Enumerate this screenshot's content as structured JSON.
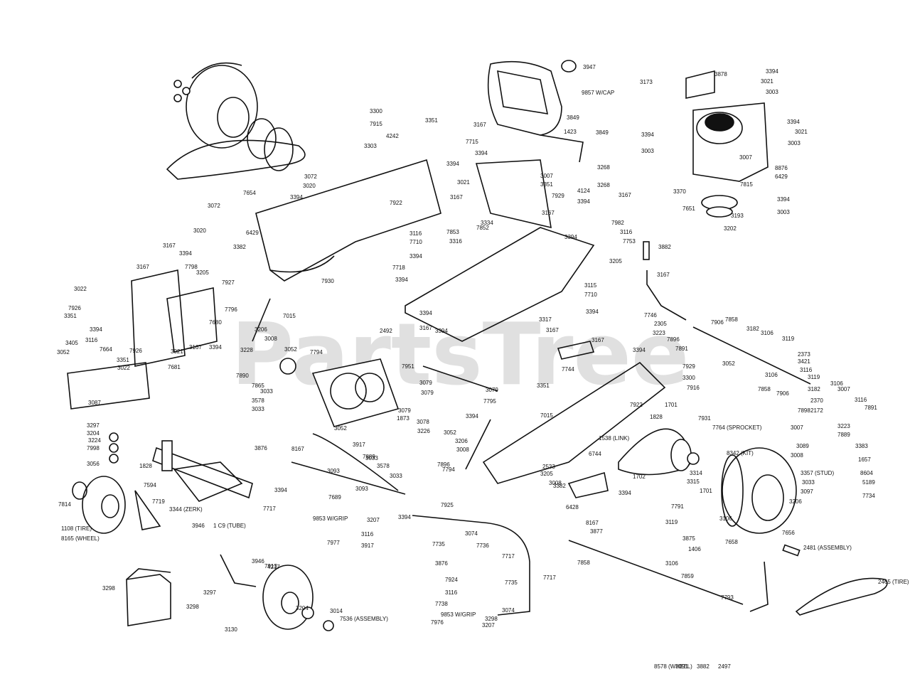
{
  "watermark": "PartsTree",
  "callouts": [
    "3947",
    "3878",
    "3394",
    "3021",
    "3003",
    "3173",
    "9857 W/CAP",
    "3849",
    "1423",
    "3849",
    "3394",
    "3021",
    "3003",
    "3394",
    "3003",
    "3007",
    "8876",
    "6429",
    "7815",
    "3370",
    "7651",
    "3193",
    "3202",
    "3394",
    "3003",
    "3300",
    "7915",
    "3351",
    "4242",
    "3303",
    "3167",
    "7715",
    "3394",
    "3007",
    "3268",
    "3351",
    "3268",
    "4124",
    "3394",
    "3021",
    "3167",
    "3394",
    "7929",
    "3167",
    "7982",
    "3116",
    "3394",
    "7753",
    "3882",
    "3205",
    "3072",
    "3020",
    "3072",
    "3020",
    "7654",
    "3394",
    "6429",
    "7922",
    "3382",
    "7930",
    "3167",
    "3116",
    "7710",
    "7853",
    "7852",
    "3316",
    "3394",
    "3334",
    "7718",
    "3394",
    "3115",
    "7710",
    "3394",
    "2492",
    "3394",
    "3167",
    "3317",
    "3394",
    "3167",
    "3167",
    "3394",
    "7798",
    "3205",
    "7927",
    "3167",
    "3022",
    "7926",
    "3351",
    "3394",
    "3116",
    "7664",
    "7926",
    "3351",
    "3022",
    "3021",
    "7681",
    "3167",
    "3394",
    "7680",
    "7796",
    "7015",
    "3206",
    "3008",
    "3052",
    "7794",
    "3228",
    "7890",
    "7865",
    "3033",
    "3578",
    "3033",
    "3052",
    "3405",
    "3087",
    "7951",
    "3079",
    "3079",
    "3079",
    "1873",
    "3078",
    "3226",
    "3052",
    "3008",
    "3206",
    "7794",
    "7896",
    "7889",
    "3033",
    "3578",
    "3033",
    "3917",
    "3052",
    "3079",
    "7795",
    "3394",
    "7015",
    "3167",
    "7744",
    "3394",
    "7929",
    "3300",
    "7916",
    "3351",
    "7922",
    "1828",
    "1701",
    "7931",
    "7764 (SPROCKET)",
    "8342 (KIT)",
    "3314",
    "3315",
    "1701",
    "1702",
    "1538 (LINK)",
    "6744",
    "2533",
    "3205",
    "3008",
    "3382",
    "6428",
    "3394",
    "3167",
    "7746",
    "2305",
    "3223",
    "7896",
    "7891",
    "7906",
    "7858",
    "3182",
    "3106",
    "3119",
    "3052",
    "3106",
    "2373",
    "3421",
    "3116",
    "3119",
    "3182",
    "3106",
    "3007",
    "7858",
    "7906",
    "3116",
    "2370",
    "7898",
    "2172",
    "7891",
    "3007",
    "3223",
    "7889",
    "3089",
    "3008",
    "3383",
    "1657",
    "8604",
    "3357 (STUD)",
    "3033",
    "5189",
    "3097",
    "7734",
    "3206",
    "3297",
    "3204",
    "3224",
    "7998",
    "3056",
    "3876",
    "1828",
    "3394",
    "7594",
    "3344 (ZERK)",
    "3946",
    "7719",
    "7814",
    "1108 (TIRE)",
    "8165 (WHEEL)",
    "1 C9 (TUBE)",
    "3946",
    "7913",
    "8167",
    "3093",
    "7689",
    "3093",
    "7717",
    "9853 W/GRIP",
    "7977",
    "3207",
    "3394",
    "7925",
    "3116",
    "3917",
    "7735",
    "3074",
    "7736",
    "3876",
    "7717",
    "7924",
    "3116",
    "7735",
    "7717",
    "3074",
    "7738",
    "3298",
    "9853 W/GRIP",
    "7976",
    "3207",
    "3298",
    "3297",
    "3298",
    "3130",
    "4217",
    "3204",
    "3014",
    "7536 (ASSEMBLY)",
    "8167",
    "3877",
    "3119",
    "3875",
    "1406",
    "7858",
    "3106",
    "7859",
    "7793",
    "7791",
    "3106",
    "7658",
    "7656",
    "2481 (ASSEMBLY)",
    "2465 (TIRE)",
    "8578 (WHEEL)",
    "3091",
    "3882",
    "2497"
  ]
}
